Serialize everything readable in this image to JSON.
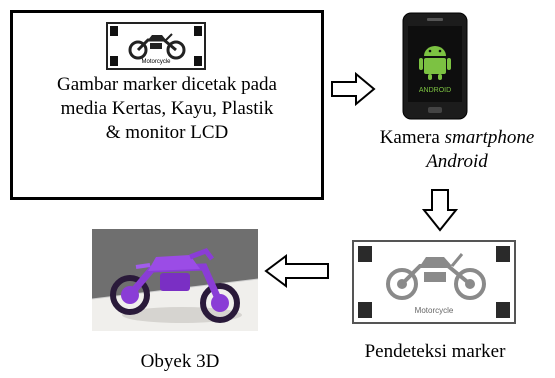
{
  "marker_box": {
    "caption_lines": [
      "Gambar marker dicetak pada",
      "media Kertas, Kayu, Plastik",
      "& monitor LCD"
    ],
    "marker_label": "Motorcycle"
  },
  "camera": {
    "caption_prefix": "Kamera ",
    "caption_italic_1": "smartphone",
    "caption_italic_2": "Android",
    "screen_text": "ANDROID"
  },
  "detector": {
    "caption": "Pendeteksi marker",
    "marker_label": "Motorcycle"
  },
  "object3d": {
    "caption": "Obyek 3D"
  },
  "colors": {
    "android_green": "#7cc242",
    "motorcycle_purple": "#8a3dd6",
    "scene_grey": "#6f6f6f"
  }
}
